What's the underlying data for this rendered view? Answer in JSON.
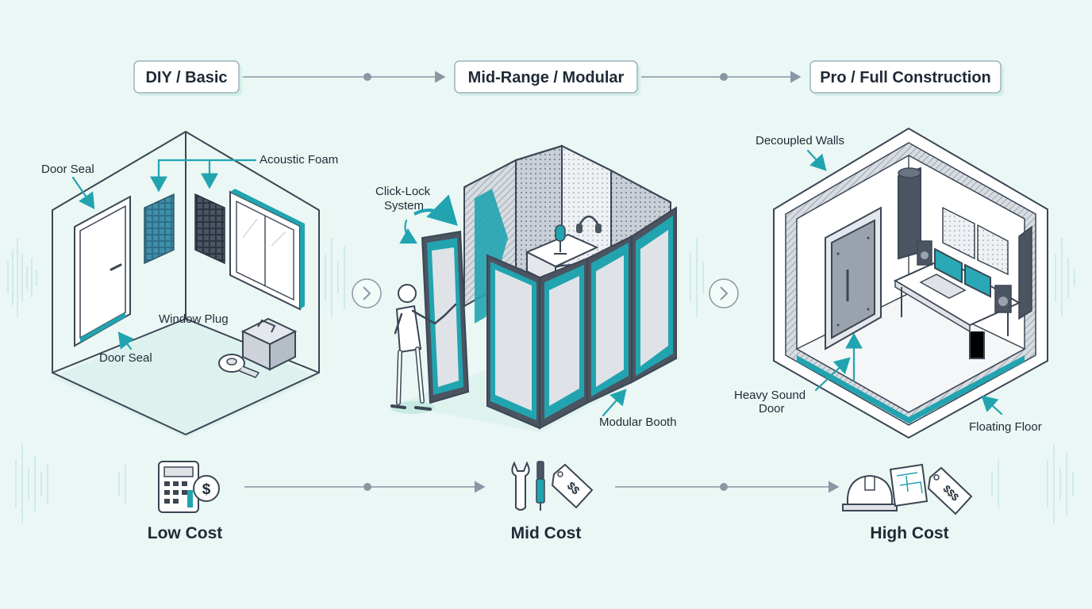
{
  "tiers": [
    {
      "label": "DIY / Basic",
      "cost": "Low Cost"
    },
    {
      "label": "Mid-Range / Modular",
      "cost": "Mid Cost"
    },
    {
      "label": "Pro / Full Construction",
      "cost": "High Cost"
    }
  ],
  "callouts": {
    "diy": {
      "door_seal_top": "Door Seal",
      "acoustic_foam": "Acoustic Foam",
      "window_plug": "Window Plug",
      "door_seal_bottom": "Door Seal"
    },
    "mid": {
      "click_lock_1": "Click-Lock",
      "click_lock_2": "System",
      "modular_booth": "Modular Booth"
    },
    "pro": {
      "decoupled_walls": "Decoupled Walls",
      "heavy_door_1": "Heavy Sound",
      "heavy_door_2": "Door",
      "floating_floor": "Floating Floor"
    }
  },
  "cost_icons": {
    "low": {
      "icon": "calculator-icon",
      "badge": "$"
    },
    "mid": {
      "icon": "tools-icon",
      "badge": "$$"
    },
    "high": {
      "icon": "hardhat-blueprint-icon",
      "badge": "$$$"
    }
  },
  "colors": {
    "background": "#eaf7f4",
    "accent": "#21a4b0",
    "outline": "#3c4654"
  }
}
